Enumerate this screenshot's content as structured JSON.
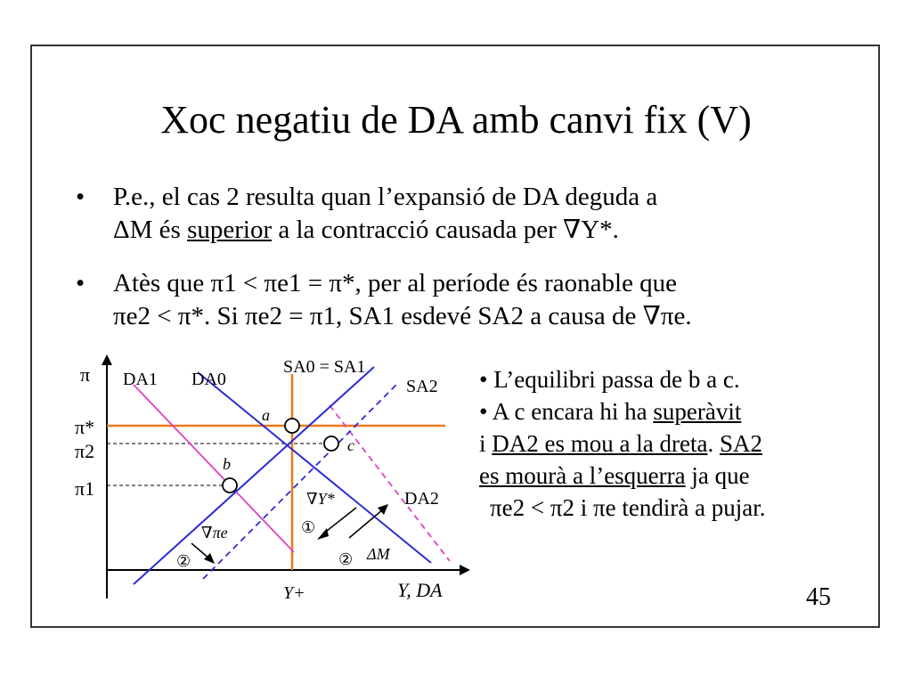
{
  "title": "Xoc negatiu de DA amb canvi fix (V)",
  "bullets": [
    {
      "marker": "•",
      "line1": "P.e., el cas 2 resulta quan l’expansió de DA deguda a",
      "line2_pre": "ΔM és ",
      "line2_underline": "superior",
      "line2_post": " a la contracció causada per ∇Y*."
    },
    {
      "marker": "•",
      "line1": "Atès que π1 < πe1 = π*, per al període és raonable que",
      "line2": "πe2 < π*. Si πe2 = π1, SA1 esdevé SA2 a causa de ∇πe."
    }
  ],
  "right_text": {
    "item1": "• L’equilibri passa de b a c.",
    "item2_pre": "• A c encara hi ha ",
    "item2_underline": "superàvit",
    "item3_pre": "i ",
    "item3_underline": "DA2 es mou a la dreta",
    "item3_mid": ". ",
    "item3_underline2": "SA2",
    "item4_underline": "es mourà a l’esquerra",
    "item4_post": " ja que",
    "item5": "πe2 < π2 i πe tendirà a pujar."
  },
  "diagram": {
    "y_axis_label": "π",
    "x_axis_label": "Y, DA",
    "x_marker": "Y+",
    "y_levels": [
      "π*",
      "π2",
      "π1"
    ],
    "curves": {
      "da1": "DA1",
      "da0": "DA0",
      "sa0_sa1": "SA0 = SA1",
      "sa2": "SA2",
      "da2": "DA2"
    },
    "points": [
      "a",
      "b",
      "c"
    ],
    "shift_labels": {
      "nabla_y": "∇Y*",
      "nabla_pi": "∇πe",
      "delta_m": "ΔM",
      "step1": "①",
      "step2a": "②",
      "step2b": "②"
    },
    "colors": {
      "blue": "#2b2bd6",
      "magenta": "#e040c0",
      "orange": "#e87a1e",
      "axis": "#000000"
    }
  },
  "page_number": "45"
}
